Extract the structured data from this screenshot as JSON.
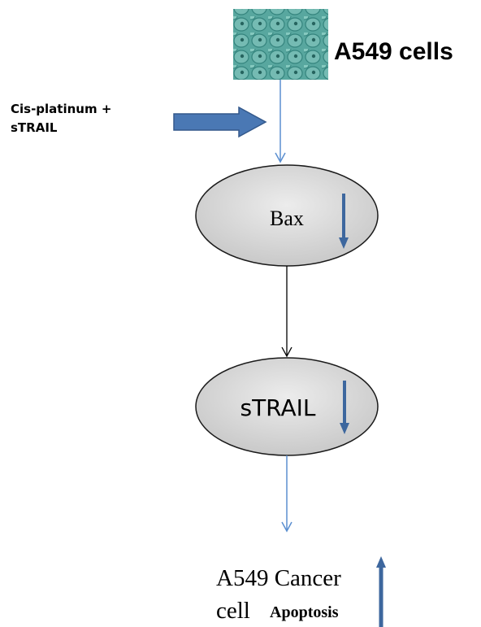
{
  "cells": {
    "label": "A549 cells"
  },
  "treatment": {
    "line1": "Cis-platinum +",
    "line2": "sTRAIL"
  },
  "nodes": [
    {
      "label": "Bax",
      "trend": "down"
    },
    {
      "label": "sTRAIL",
      "trend": "down"
    }
  ],
  "outcome": {
    "line1": "A549 Cancer",
    "line2_a": "cell",
    "line2_b": "Apoptosis",
    "trend": "up"
  },
  "colors": {
    "arrow_light": "#5b8fd0",
    "arrow_dark": "#3d679e",
    "ellipse_fill": "#d9d9d9",
    "cell_image": "#4fa09a"
  }
}
